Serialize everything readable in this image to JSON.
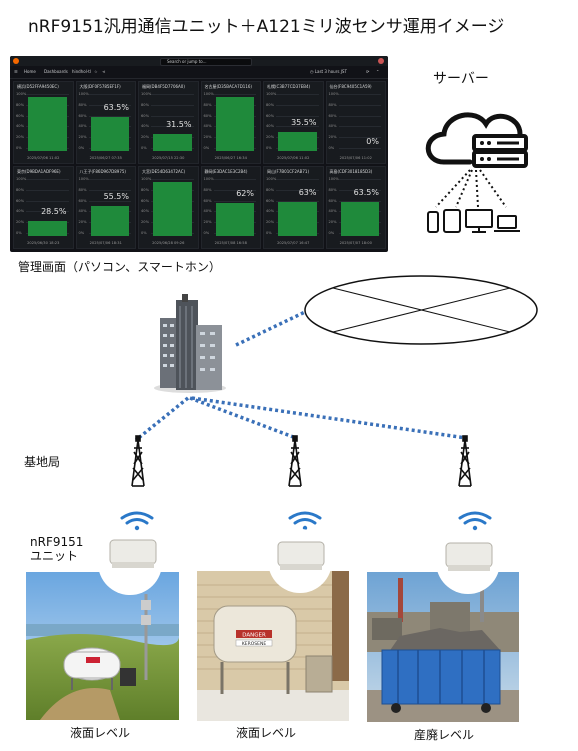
{
  "title": "nRF9151汎用通信ユニット＋A121ミリ波センサ運用イメージ",
  "dashboard": {
    "caption": "管理画面（パソコン、スマートホン）",
    "nav": {
      "home": "Home",
      "dashboards": "Dashboards",
      "current": "hindhol-tl",
      "search_placeholder": "Search or jump to...",
      "time_range": "Last 3 hours",
      "zone": "JST"
    },
    "axis_ticks": [
      "100%",
      "80%",
      "60%",
      "40%",
      "20%",
      "0%"
    ],
    "panels": [
      {
        "name": "横浜(D52FFA9450EC)",
        "value": 100,
        "label": "",
        "date": "2025/07/06 11:02"
      },
      {
        "name": "大阪(DF0F5785EF1F)",
        "value": 63.5,
        "label": "63.5%",
        "date": "2025/06/27 07:35"
      },
      {
        "name": "福岡(DB4F5D7706A0)",
        "value": 31.5,
        "label": "31.5%",
        "date": "2025/07/15 22:30"
      },
      {
        "name": "名古屋(D35BACA7D116)",
        "value": 100,
        "label": "",
        "date": "2025/06/27 16:34"
      },
      {
        "name": "札幌(C3B77CD37EB4)",
        "value": 35.5,
        "label": "35.5%",
        "date": "2025/07/06 11:02"
      },
      {
        "name": "仙台(F8C9405C1A59)",
        "value": 0,
        "label": "0%",
        "date": "2025/07/06 11:02"
      },
      {
        "name": "東京(D9BDA1ADF96E)",
        "value": 28.5,
        "label": "28.5%",
        "date": "2025/06/30 18:23"
      },
      {
        "name": "八王子(F86D967D8975)",
        "value": 55.5,
        "label": "55.5%",
        "date": "2025/07/06 18:31"
      },
      {
        "name": "大宮(DE54D63472AC)",
        "value": 100,
        "label": "",
        "date": "2025/06/28 09:26"
      },
      {
        "name": "静岡(E3DAC1E3C2B4)",
        "value": 62,
        "label": "62%",
        "date": "2025/07/08 16:58"
      },
      {
        "name": "岡山(F7B01CF2AB71)",
        "value": 63,
        "label": "63%",
        "date": "2025/07/07 16:47"
      },
      {
        "name": "高島(CDF3018185D3)",
        "value": 63.5,
        "label": "63.5%",
        "date": "2025/07/07 18:00"
      }
    ]
  },
  "server_label": "サーバー",
  "base_station_label": "基地局",
  "unit_label_line1": "nRF9151",
  "unit_label_line2": "ユニット",
  "photo_sign": {
    "danger": "DANGER",
    "kerosene": "KEROSENE"
  },
  "captions": [
    "液面レベル",
    "液面レベル",
    "産廃レベル"
  ],
  "colors": {
    "bar_green": "#1f8a3b",
    "dashboard_bg": "#111217",
    "link_dots": "#3a70b8",
    "wifi_blue": "#2a78c8"
  }
}
